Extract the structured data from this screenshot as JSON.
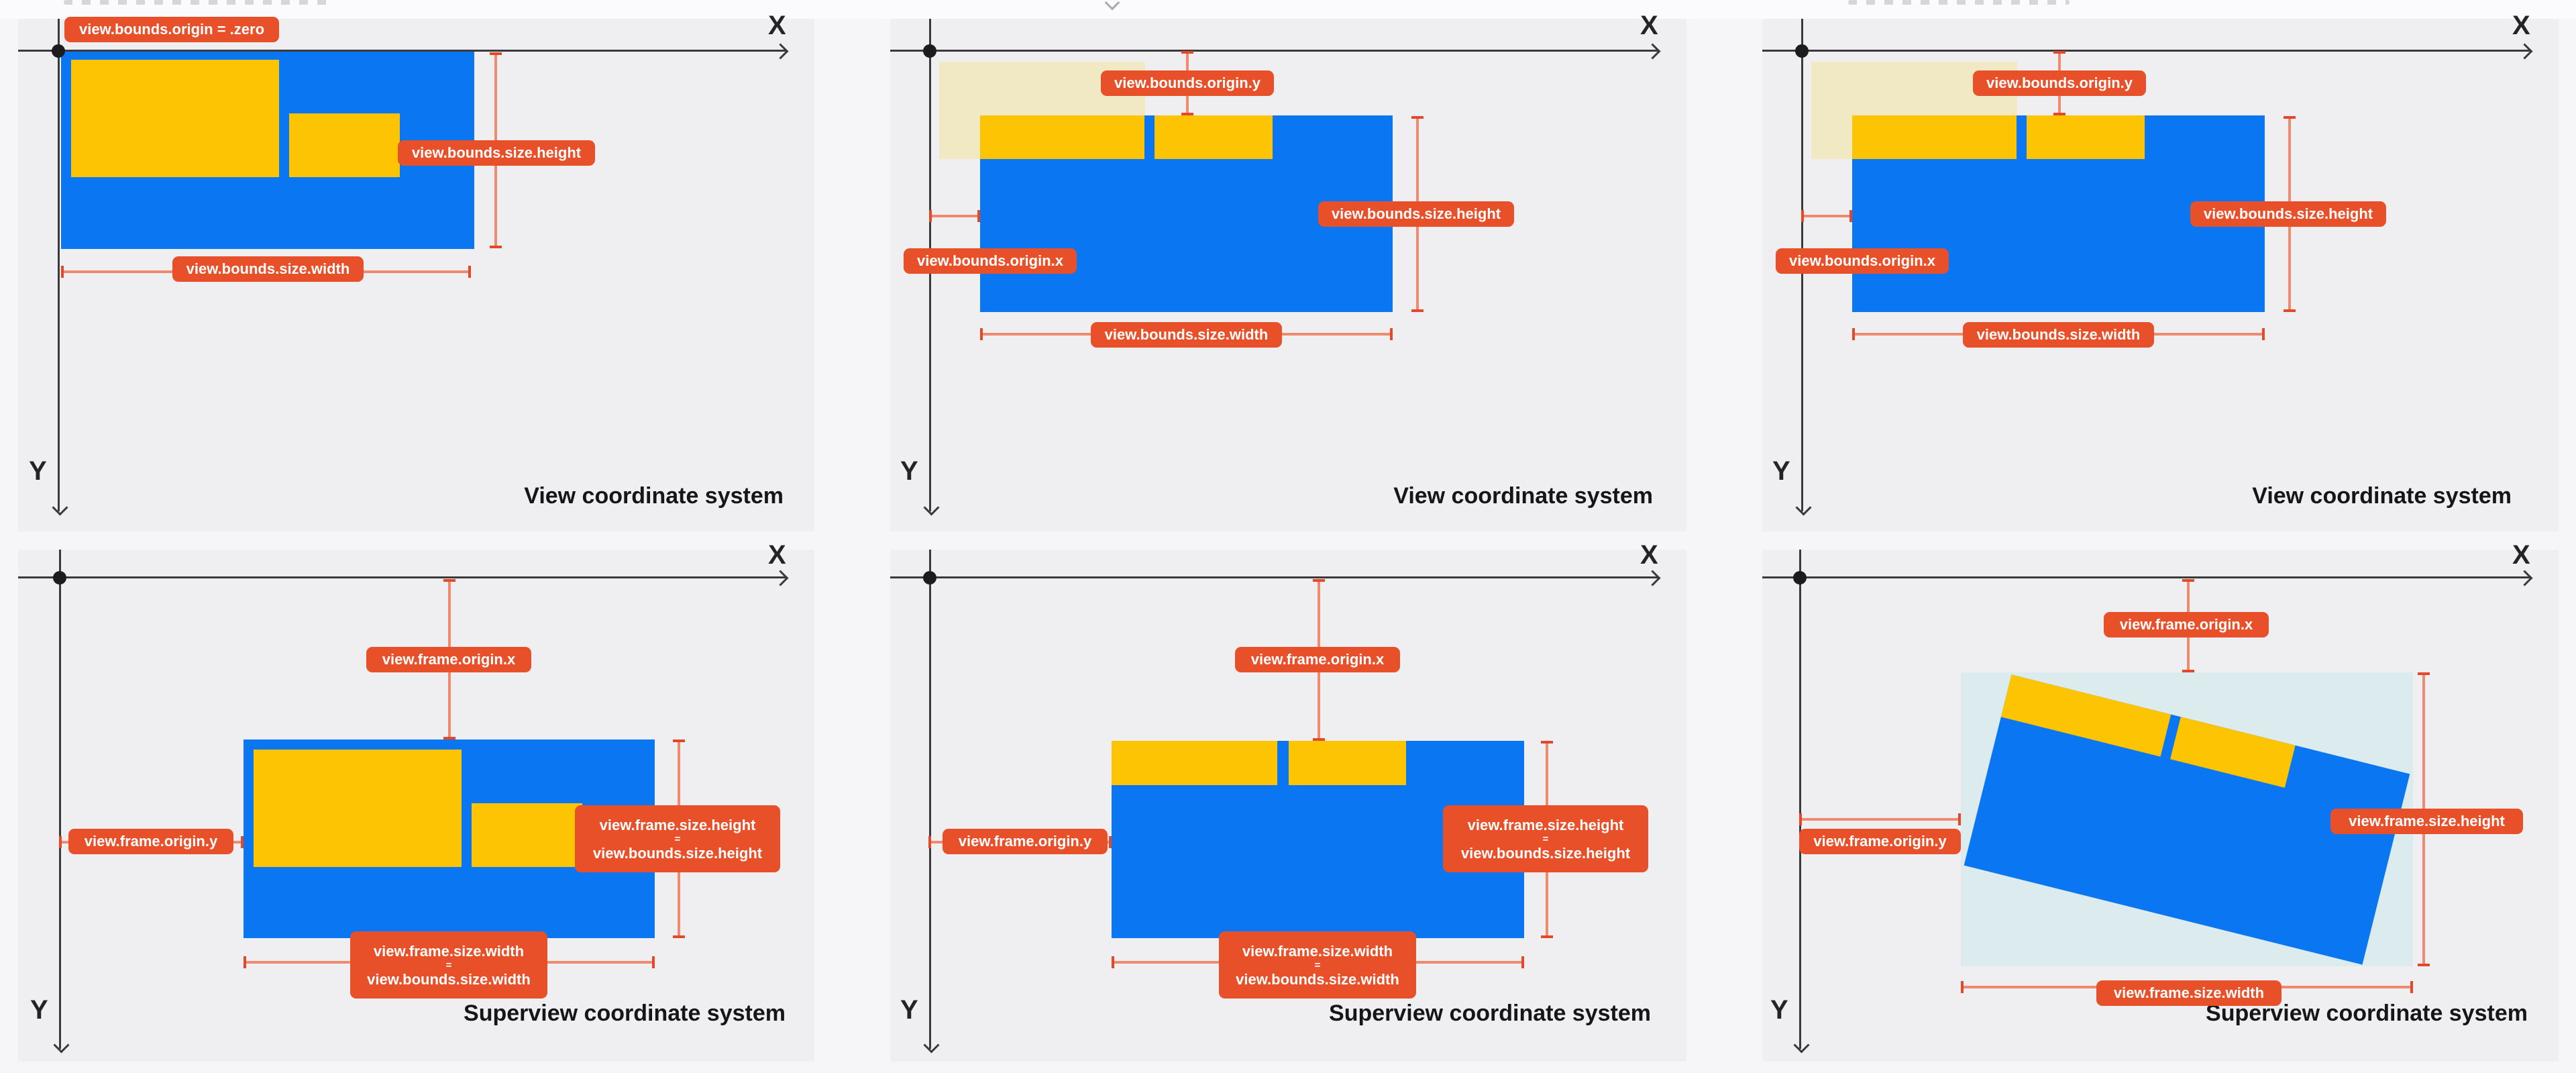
{
  "page": {
    "background": "#F6F6F8",
    "panel_background": "#EFEFF1"
  },
  "colors": {
    "label_background": "#E8502A",
    "label_text": "#FFFFFF",
    "view_blue": "#0B76F2",
    "subview_yellow": "#FDC403",
    "previous_bounds_beige": "#F0E9C3",
    "frame_box_cyan": "#DCEBEE",
    "measure_line": "#F08A6E",
    "measure_tick": "#E2492B",
    "axis": "#3A3A3C",
    "caption_text": "#161618"
  },
  "panels": [
    {
      "id": "top-left",
      "axis_x_label": "X",
      "axis_y_label": "Y",
      "caption": "View coordinate system",
      "tags": {
        "origin": "view.bounds.origin = .zero",
        "height": "view.bounds.size.height",
        "width": "view.bounds.size.width"
      }
    },
    {
      "id": "top-middle",
      "axis_x_label": "X",
      "axis_y_label": "Y",
      "caption": "View coordinate system",
      "tags": {
        "origin_y": "view.bounds.origin.y",
        "origin_x": "view.bounds.origin.x",
        "height": "view.bounds.size.height",
        "width": "view.bounds.size.width"
      }
    },
    {
      "id": "top-right",
      "axis_x_label": "X",
      "axis_y_label": "Y",
      "caption": "View coordinate system",
      "tags": {
        "origin_y": "view.bounds.origin.y",
        "origin_x": "view.bounds.origin.x",
        "height": "view.bounds.size.height",
        "width": "view.bounds.size.width"
      }
    },
    {
      "id": "bottom-left",
      "axis_x_label": "X",
      "axis_y_label": "Y",
      "caption": "Superview coordinate system",
      "tags": {
        "origin_x": "view.frame.origin.x",
        "origin_y": "view.frame.origin.y",
        "height_frame": "view.frame.size.height",
        "height_equals": "=",
        "height_bounds": "view.bounds.size.height",
        "width_frame": "view.frame.size.width",
        "width_equals": "=",
        "width_bounds": "view.bounds.size.width"
      }
    },
    {
      "id": "bottom-middle",
      "axis_x_label": "X",
      "axis_y_label": "Y",
      "caption": "Superview coordinate system",
      "tags": {
        "origin_x": "view.frame.origin.x",
        "origin_y": "view.frame.origin.y",
        "height_frame": "view.frame.size.height",
        "height_equals": "=",
        "height_bounds": "view.bounds.size.height",
        "width_frame": "view.frame.size.width",
        "width_equals": "=",
        "width_bounds": "view.bounds.size.width"
      }
    },
    {
      "id": "bottom-right",
      "axis_x_label": "X",
      "axis_y_label": "Y",
      "caption": "Superview coordinate system",
      "tags": {
        "origin_x": "view.frame.origin.x",
        "origin_y": "view.frame.origin.y",
        "height": "view.frame.size.height",
        "width": "view.frame.size.width"
      }
    }
  ]
}
